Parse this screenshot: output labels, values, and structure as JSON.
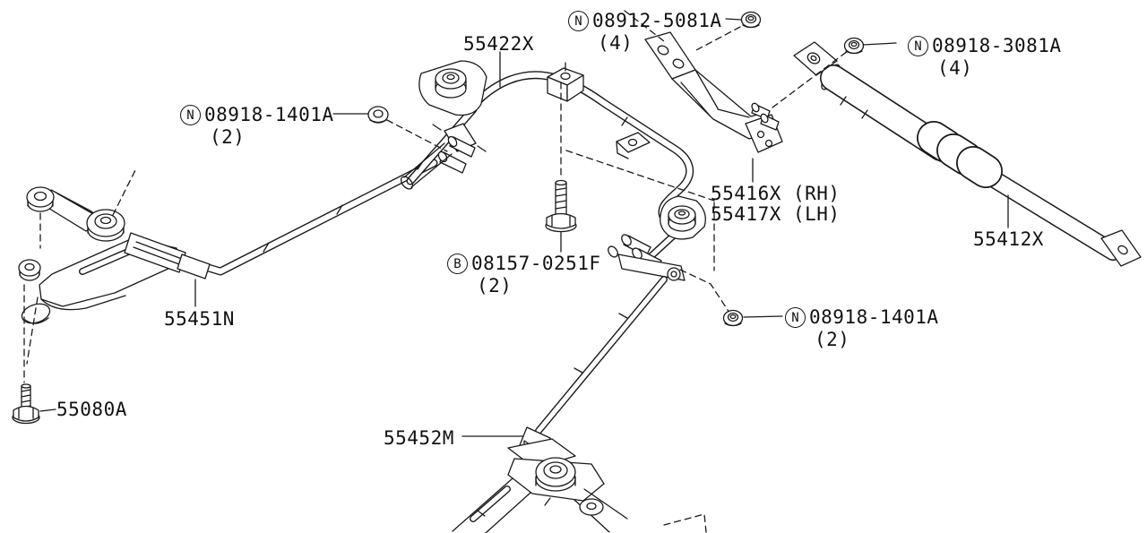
{
  "figure": {
    "background_color": "#ffffff",
    "line_color": "#1a1a1a",
    "labels": [
      {
        "prefix": "N",
        "code": "08912-5081A",
        "qty": "(4)"
      },
      {
        "prefix": "N",
        "code": "08918-3081A",
        "qty": "(4)"
      },
      {
        "code": "55422X"
      },
      {
        "prefix": "N",
        "code": "08918-1401A",
        "qty": "(2)"
      },
      {
        "code": "55416X (RH)"
      },
      {
        "code": "55417X (LH)"
      },
      {
        "prefix": "B",
        "code": "08157-0251F",
        "qty": "(2)"
      },
      {
        "code": "55451N"
      },
      {
        "prefix": "N",
        "code": "08918-1401A",
        "qty": "(2)"
      },
      {
        "code": "55412X"
      },
      {
        "code": "55080A"
      },
      {
        "code": "55452M"
      }
    ]
  }
}
